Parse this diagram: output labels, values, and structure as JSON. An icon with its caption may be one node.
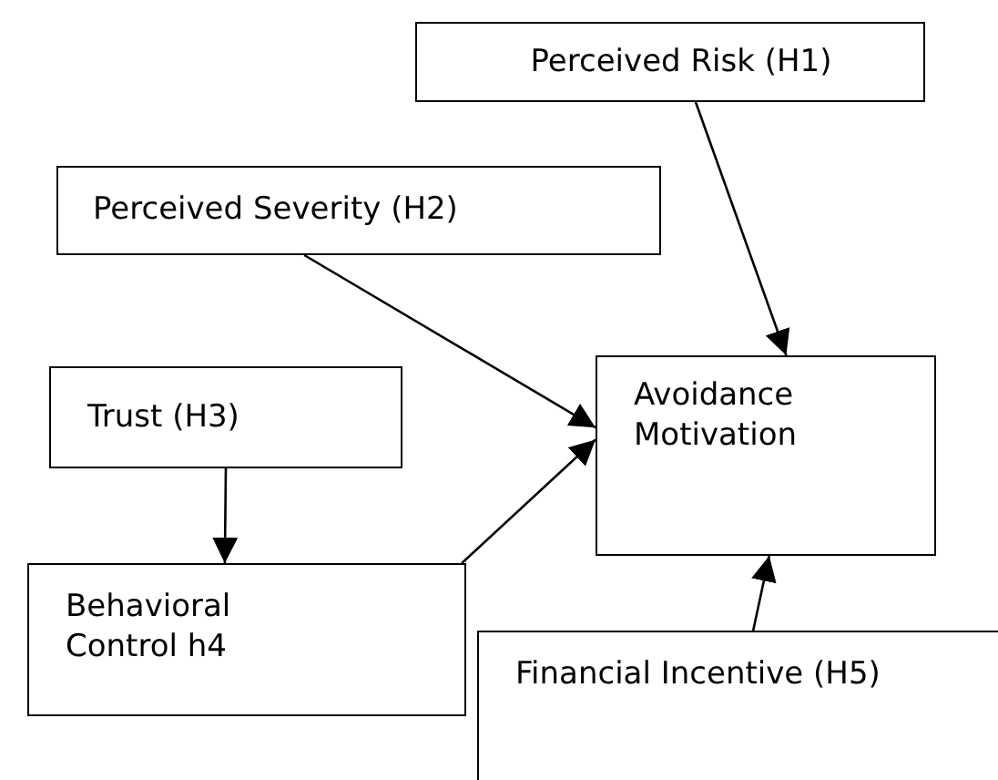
{
  "diagram": {
    "nodes": [
      {
        "text": [
          "Perceived Risk (H1)"
        ]
      },
      {
        "text": [
          "Perceived Severity (H2)"
        ]
      },
      {
        "text": [
          "Trust (H3)"
        ]
      },
      {
        "text": [
          "Avoidance Motivation"
        ]
      },
      {
        "text": [
          "Behavioral Control h4"
        ]
      },
      {
        "text": [
          "Financial Incentive (H5)"
        ]
      }
    ],
    "edges": [
      {
        "from": 0,
        "to": 3,
        "arrow": "to"
      },
      {
        "from": 1,
        "to": 3,
        "arrow": "to"
      },
      {
        "from": 2,
        "to": 4,
        "arrow": "to"
      },
      {
        "from": 4,
        "to": 3,
        "arrow": "to"
      },
      {
        "from": 5,
        "to": 3,
        "arrow": "to"
      }
    ]
  }
}
